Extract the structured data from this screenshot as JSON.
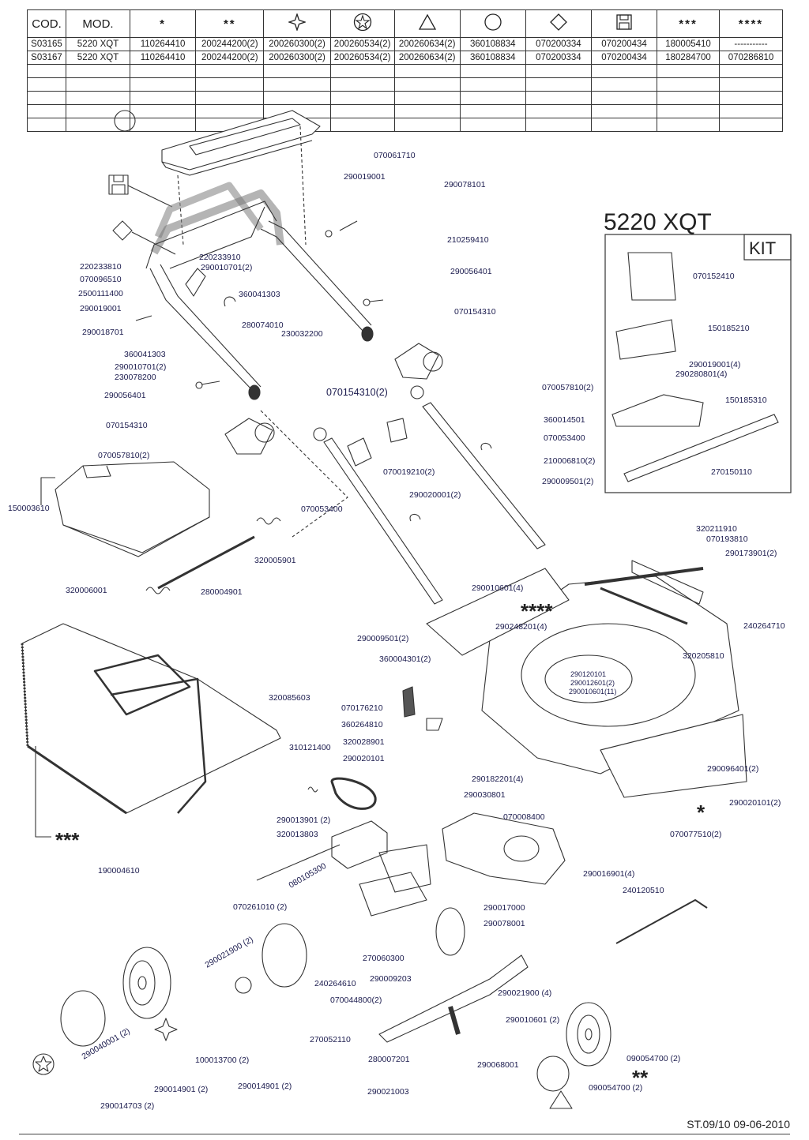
{
  "table": {
    "col_cod": "COD.",
    "col_mod": "MOD.",
    "col_star1": "*",
    "col_star2": "**",
    "col_star3": "***",
    "col_star4": "****",
    "rows": [
      [
        "S03165",
        "5220 XQT",
        "110264410",
        "200244200(2)",
        "200260300(2)",
        "200260534(2)",
        "200260634(2)",
        "360108834",
        "070200334",
        "070200434",
        "180005410",
        "-----------"
      ],
      [
        "S03167",
        "5220 XQT",
        "110264410",
        "200244200(2)",
        "200260300(2)",
        "200260534(2)",
        "200260634(2)",
        "360108834",
        "070200334",
        "070200434",
        "180284700",
        "070286810"
      ]
    ]
  },
  "model_title": "5220 XQT",
  "kit": {
    "title": "KIT",
    "parts": [
      "070152410",
      "150185210",
      "290019001(4)",
      "290280801(4)",
      "150185310",
      "270150110"
    ]
  },
  "parts": {
    "p001": "070061710",
    "p002": "290019001",
    "p003": "290078101",
    "p004": "210259410",
    "p005": "290056401",
    "p006": "070154310",
    "p007": "220233810",
    "p008": "070096510",
    "p009": "2500111400",
    "p010": "290019001",
    "p011": "290018701",
    "p012": "220233910",
    "p013": "290010701(2)",
    "p014": "360041303",
    "p015": "280074010",
    "p016": "230032200",
    "p017": "360041303",
    "p018": "290010701(2)",
    "p019": "230078200",
    "p020": "290056401",
    "p021": "070154310",
    "p022": "070057810(2)",
    "p023": "070154310(2)",
    "p024": "360014501",
    "p025": "070053400",
    "p026": "070019210(2)",
    "p027": "290020001(2)",
    "p028": "210006810(2)",
    "p029": "070057810(2)",
    "p030": "150003610",
    "p031": "070053400",
    "p032": "290009501(2)",
    "p033": "320005901",
    "p034": "320006001",
    "p035": "280004901",
    "p036": "320211910",
    "p037": "070193810",
    "p038": "290173901(2)",
    "p039": "290010601(4)",
    "p040": "290248201(4)",
    "p041": "240264710",
    "p042": "290009501(2)",
    "p043": "360004301(2)",
    "p044": "320205810",
    "p045": "290120101",
    "p046": "290012601(2)",
    "p047": "290010601(11)",
    "p048": "320085603",
    "p049": "070176210",
    "p050": "360264810",
    "p051": "320028901",
    "p052": "310121400",
    "p053": "290020101",
    "p054": "290096401(2)",
    "p055": "290182201(4)",
    "p056": "290030801",
    "p057": "290020101(2)",
    "p058": "070008400",
    "p059": "290013901 (2)",
    "p060": "320013803",
    "p061": "070077510(2)",
    "p062": "190004610",
    "p063": "080105300",
    "p064": "290016901(4)",
    "p065": "070261010 (2)",
    "p066": "240120510",
    "p067": "290017000",
    "p068": "290078001",
    "p069": "290021900 (2)",
    "p070": "270060300",
    "p071": "290009203",
    "p072": "240264610",
    "p073": "070044800(2)",
    "p074": "290021900 (4)",
    "p075": "290040001 (2)",
    "p076": "290010601 (2)",
    "p077": "270052110",
    "p078": "100013700 (2)",
    "p079": "280007201",
    "p080": "290068001",
    "p081": "090054700 (2)",
    "p082": "290014901 (2)",
    "p083": "290014901 (2)",
    "p084": "290021003",
    "p085": "090054700 (2)",
    "p086": "290014703 (2)"
  },
  "markers": {
    "m1": "****",
    "m2": "*",
    "m3": "***",
    "m4": "**"
  },
  "footer": "ST.09/10  09-06-2010"
}
